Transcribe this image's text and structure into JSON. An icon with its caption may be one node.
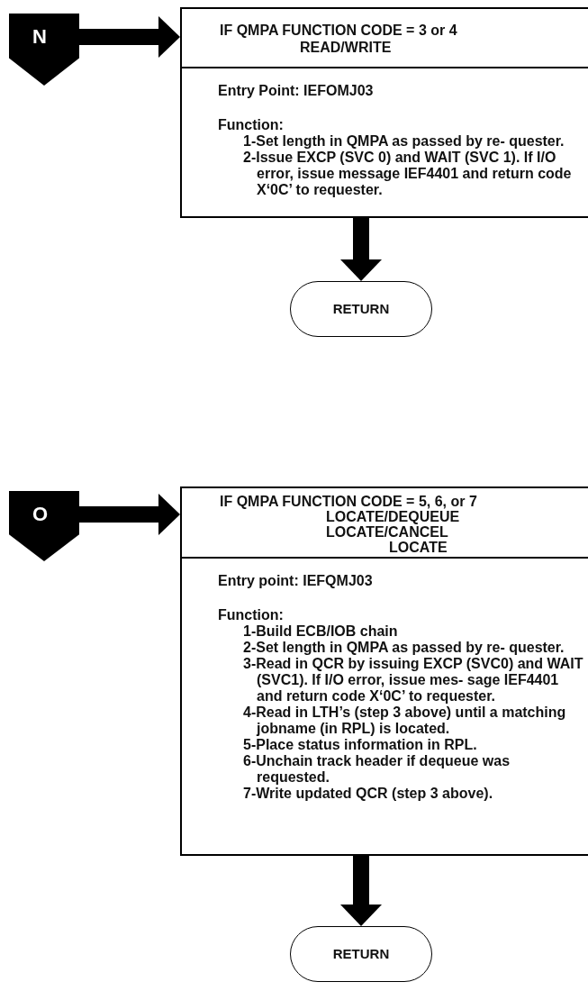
{
  "diagram": {
    "nodes": [
      {
        "text": [
          "N"
        ]
      },
      {
        "text": [
          "IF QMPA FUNCTION CODE = 3 or 4",
          "READ/WRITE"
        ]
      },
      {
        "text": [
          "Entry Point: IEFOMJ03",
          "Function:",
          "1-Set length in QMPA as passed by re- quester.",
          "2-Issue EXCP (SVC 0) and WAIT (SVC 1). If I/O error, issue message IEF4401 and return code X‘0C’ to requester."
        ]
      },
      {
        "text": [
          "RETURN"
        ]
      },
      {
        "text": [
          "O"
        ]
      },
      {
        "text": [
          "IF QMPA FUNCTION CODE = 5, 6, or 7",
          "LOCATE/DEQUEUE",
          "LOCATE/CANCEL",
          "LOCATE"
        ]
      },
      {
        "text": [
          "Entry point: IEFQMJ03",
          "Function:",
          "1-Build ECB/IOB chain",
          "2-Set length in QMPA as passed by re- quester.",
          "3-Read in QCR by issuing EXCP (SVC0) and WAIT (SVC1). If I/O error, issue mes- sage IEF4401 and return code X‘0C’ to requester.",
          "4-Read in LTH’s (step 3 above) until a matching jobname (in RPL) is located.",
          "5-Place status information in RPL.",
          "6-Unchain track header if dequeue was requested.",
          "7-Write updated QCR (step 3 above)."
        ]
      },
      {
        "text": [
          "RETURN"
        ]
      }
    ],
    "edges": [
      {
        "from": 0,
        "to": 1,
        "arrow": "to"
      },
      {
        "from": 2,
        "to": 3,
        "arrow": "to"
      },
      {
        "from": 4,
        "to": 5,
        "arrow": "to"
      },
      {
        "from": 6,
        "to": 7,
        "arrow": "to"
      }
    ]
  }
}
